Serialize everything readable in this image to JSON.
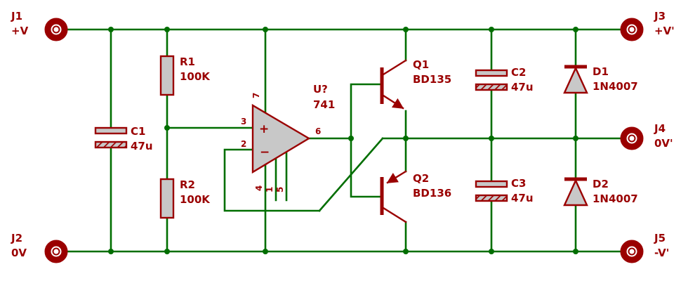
{
  "schematic": {
    "colors": {
      "wire": "#006e00",
      "symbol": "#9a0000",
      "fill": "#c8c8c8",
      "background": "#ffffff"
    },
    "connectors": {
      "j1": {
        "ref": "J1",
        "net": "+V"
      },
      "j2": {
        "ref": "J2",
        "net": "0V"
      },
      "j3": {
        "ref": "J3",
        "net": "+V'"
      },
      "j4": {
        "ref": "J4",
        "net": "0V'"
      },
      "j5": {
        "ref": "J5",
        "net": "-V'"
      }
    },
    "capacitors": {
      "c1": {
        "ref": "C1",
        "value": "47u"
      },
      "c2": {
        "ref": "C2",
        "value": "47u"
      },
      "c3": {
        "ref": "C3",
        "value": "47u"
      }
    },
    "resistors": {
      "r1": {
        "ref": "R1",
        "value": "100K"
      },
      "r2": {
        "ref": "R2",
        "value": "100K"
      }
    },
    "opamp": {
      "ref": "U?",
      "value": "741",
      "plus": "+",
      "minus": "−",
      "pins": {
        "in_plus": "3",
        "in_minus": "2",
        "out": "6",
        "vplus": "7",
        "vminus": "4",
        "offset1": "1",
        "offset2": "5"
      }
    },
    "transistors": {
      "q1": {
        "ref": "Q1",
        "value": "BD135"
      },
      "q2": {
        "ref": "Q2",
        "value": "BD136"
      }
    },
    "diodes": {
      "d1": {
        "ref": "D1",
        "value": "1N4007"
      },
      "d2": {
        "ref": "D2",
        "value": "1N4007"
      }
    }
  }
}
